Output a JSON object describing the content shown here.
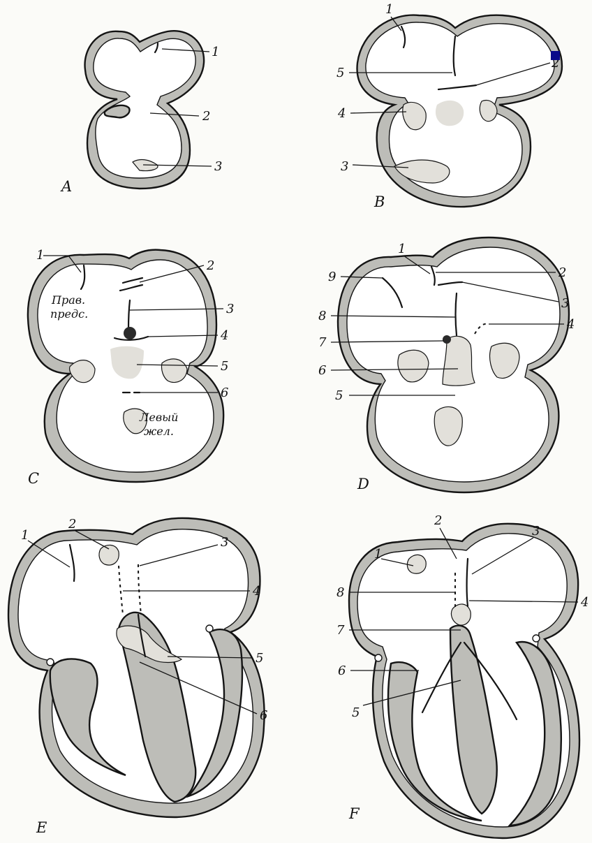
{
  "figure": {
    "panels": [
      {
        "id": "A",
        "label": "A",
        "callouts": [
          "1",
          "2",
          "3"
        ]
      },
      {
        "id": "B",
        "label": "B",
        "callouts": [
          "1",
          "2",
          "3",
          "4",
          "5"
        ]
      },
      {
        "id": "C",
        "label": "C",
        "callouts": [
          "1",
          "2",
          "3",
          "4",
          "5",
          "6"
        ],
        "cavity_labels": {
          "right_atrium": [
            "Прав.",
            "предс."
          ],
          "left_ventricle": [
            "Левый",
            "жел."
          ]
        }
      },
      {
        "id": "D",
        "label": "D",
        "callouts": [
          "1",
          "2",
          "3",
          "4",
          "5",
          "6",
          "7",
          "8",
          "9"
        ]
      },
      {
        "id": "E",
        "label": "E",
        "callouts": [
          "1",
          "2",
          "3",
          "4",
          "5",
          "6"
        ]
      },
      {
        "id": "F",
        "label": "F",
        "callouts": [
          "1",
          "2",
          "3",
          "4",
          "5",
          "6",
          "7",
          "8"
        ]
      }
    ],
    "colors": {
      "ink": "#141414",
      "wall": "#bdbdb8",
      "paper": "#fbfbf8",
      "marker": "#0a0a8a"
    }
  }
}
